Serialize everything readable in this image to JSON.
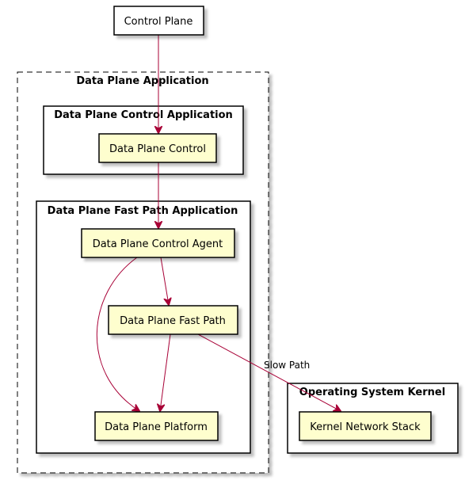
{
  "diagram": {
    "packages": {
      "app": {
        "title": "Data Plane Application"
      },
      "control_app": {
        "title": "Data Plane Control Application"
      },
      "fast_path_app": {
        "title": "Data Plane Fast Path Application"
      },
      "kernel": {
        "title": "Operating System Kernel"
      }
    },
    "nodes": {
      "control_plane": {
        "label": "Control Plane"
      },
      "dp_control": {
        "label": "Data Plane Control"
      },
      "control_agent": {
        "label": "Data Plane Control Agent"
      },
      "fast_path": {
        "label": "Data Plane Fast Path"
      },
      "platform": {
        "label": "Data Plane Platform"
      },
      "kernel_stack": {
        "label": "Kernel Network Stack"
      }
    },
    "edges": [
      {
        "from": "control_plane",
        "to": "dp_control",
        "label": ""
      },
      {
        "from": "dp_control",
        "to": "control_agent",
        "label": ""
      },
      {
        "from": "control_agent",
        "to": "fast_path",
        "label": ""
      },
      {
        "from": "control_agent",
        "to": "platform",
        "label": ""
      },
      {
        "from": "fast_path",
        "to": "platform",
        "label": ""
      },
      {
        "from": "fast_path",
        "to": "kernel_stack",
        "label": "Slow Path"
      }
    ],
    "colors": {
      "edge": "#A80036",
      "node_fill": "#FEFECE",
      "plain_fill": "#FFFFFF",
      "border": "#000000",
      "shadow": "#CCCCCC"
    }
  }
}
